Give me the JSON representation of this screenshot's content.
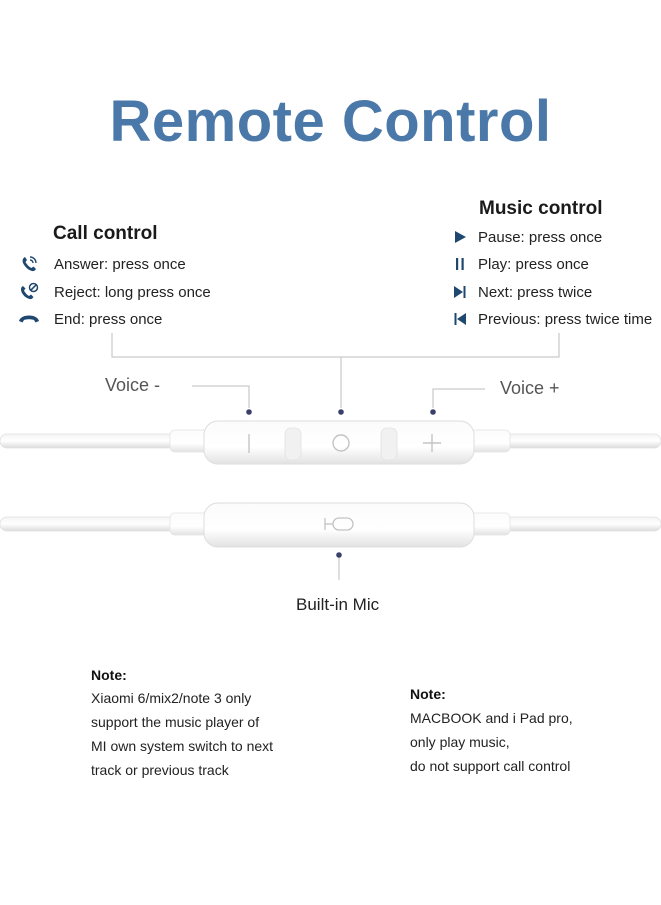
{
  "title": "Remote Control",
  "call_control": {
    "title": "Call control",
    "items": [
      {
        "icon": "phone-answer-icon",
        "label": "Answer: press once"
      },
      {
        "icon": "phone-reject-icon",
        "label": "Reject: long press once"
      },
      {
        "icon": "phone-end-icon",
        "label": "End: press once"
      }
    ]
  },
  "music_control": {
    "title": "Music control",
    "items": [
      {
        "icon": "play-icon",
        "label": "Pause: press once"
      },
      {
        "icon": "pause-icon",
        "label": "Play: press once"
      },
      {
        "icon": "next-icon",
        "label": "Next: press twice"
      },
      {
        "icon": "previous-icon",
        "label": "Previous: press twice time"
      }
    ]
  },
  "remote": {
    "voice_minus": "Voice -",
    "voice_plus": "Voice +",
    "mic_label": "Built-in Mic"
  },
  "notes": {
    "left": {
      "title": "Note:",
      "lines": [
        "Xiaomi 6/mix2/note 3 only",
        "support the music player of",
        "MI own system switch to next",
        "track or previous track"
      ]
    },
    "right": {
      "title": "Note:",
      "lines": [
        "MACBOOK and i Pad pro,",
        "only play music,",
        "do not support call control"
      ]
    }
  },
  "colors": {
    "title": "#4a78a8",
    "icon": "#1f4870",
    "pointer_dot": "#3a3f6b"
  }
}
